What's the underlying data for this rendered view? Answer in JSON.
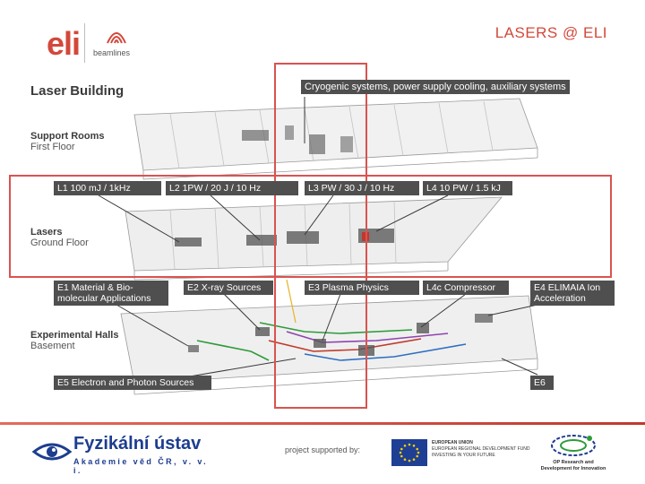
{
  "header": {
    "logo_letters": "eli",
    "logo_partner": "beamlines",
    "title": "LASERS @ ELI"
  },
  "building": {
    "title": "Laser Building",
    "floors": [
      {
        "name": "Support Rooms",
        "sub": "First Floor"
      },
      {
        "name": "Lasers",
        "sub": "Ground Floor"
      },
      {
        "name": "Experimental Halls",
        "sub": "Basement"
      }
    ]
  },
  "tags": {
    "cryo": "Cryogenic systems, power supply cooling, auxiliary systems",
    "l1": "L1 100 mJ / 1kHz",
    "l2": "L2 1PW / 20 J / 10 Hz",
    "l3": "L3 PW / 30 J / 10 Hz",
    "l4": "L4 10 PW / 1.5 kJ",
    "e1": "E1 Material & Bio-molecular Applications",
    "e2": "E2 X-ray Sources",
    "e3": "E3 Plasma Physics",
    "l4c": "L4c Compressor",
    "e4": "E4 ELIMAIA Ion Acceleration",
    "e5": "E5 Electron and Photon Sources",
    "e6": "E6"
  },
  "footer": {
    "institute_name": "Fyzikální ústav",
    "institute_sub": "Akademie věd ČR, v. v. i.",
    "supported": "project supported by:",
    "eu_lines": [
      "EUROPEAN UNION",
      "EUROPEAN REGIONAL DEVELOPMENT FUND",
      "INVESTING IN YOUR FUTURE"
    ],
    "op_lines": [
      "OP Research and",
      "Development for Innovation"
    ]
  },
  "colors": {
    "accent": "#d3483a",
    "frame": "#d9534f",
    "tag_bg": "#4f4f4f",
    "institute_blue": "#1d3d8f"
  }
}
